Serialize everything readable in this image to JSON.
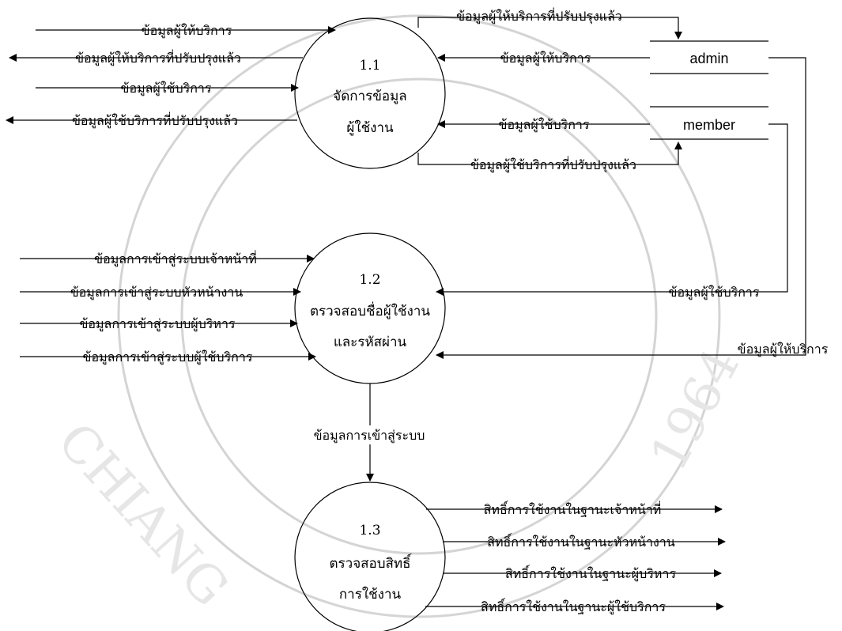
{
  "processes": {
    "p1": {
      "id": "1.1",
      "line1": "จัดการข้อมูล",
      "line2": "ผู้ใช้งาน"
    },
    "p2": {
      "id": "1.2",
      "line1": "ตรวจสอบชื่อผู้ใช้งาน",
      "line2": "และรหัสผ่าน"
    },
    "p3": {
      "id": "1.3",
      "line1": "ตรวจสอบสิทธิ์",
      "line2": "การใช้งาน"
    }
  },
  "datastores": {
    "admin": "admin",
    "member": "member"
  },
  "flows": {
    "in_provider": "ข้อมูลผู้ให้บริการ",
    "out_provider_updated": "ข้อมูลผู้ให้บริการที่ปรับปรุงแล้ว",
    "in_user": "ข้อมูลผู้ใช้บริการ",
    "out_user_updated": "ข้อมูลผู้ใช้บริการที่ปรับปรุงแล้ว",
    "to_admin_updated": "ข้อมูลผู้ให้บริการที่ปรับปรุงแล้ว",
    "from_admin": "ข้อมูลผู้ให้บริการ",
    "from_member": "ข้อมูลผู้ใช้บริการ",
    "to_member_updated": "ข้อมูลผู้ใช้บริการที่ปรับปรุงแล้ว",
    "login_staff": "ข้อมูลการเข้าสู่ระบบเจ้าหน้าที่",
    "login_head": "ข้อมูลการเข้าสู่ระบบหัวหน้างาน",
    "login_exec": "ข้อมูลการเข้าสู่ระบบผู้บริหาร",
    "login_user": "ข้อมูลการเข้าสู่ระบบผู้ใช้บริการ",
    "member_to_p2": "ข้อมูลผู้ใช้บริการ",
    "admin_to_p2": "ข้อมูลผู้ให้บริการ",
    "p2_to_p3": "ข้อมูลการเข้าสู่ระบบ",
    "right_staff": "สิทธิ์การใช้งานในฐานะเจ้าหน้าที่",
    "right_head": "สิทธิ์การใช้งานในฐานะหัวหน้างาน",
    "right_exec": "สิทธิ์การใช้งานในฐานะผู้บริหาร",
    "right_user": "สิทธิ์การใช้งานในฐานะผู้ใช้บริการ"
  },
  "watermark": {
    "text_left": "CHIANG",
    "text_right": "1964"
  }
}
